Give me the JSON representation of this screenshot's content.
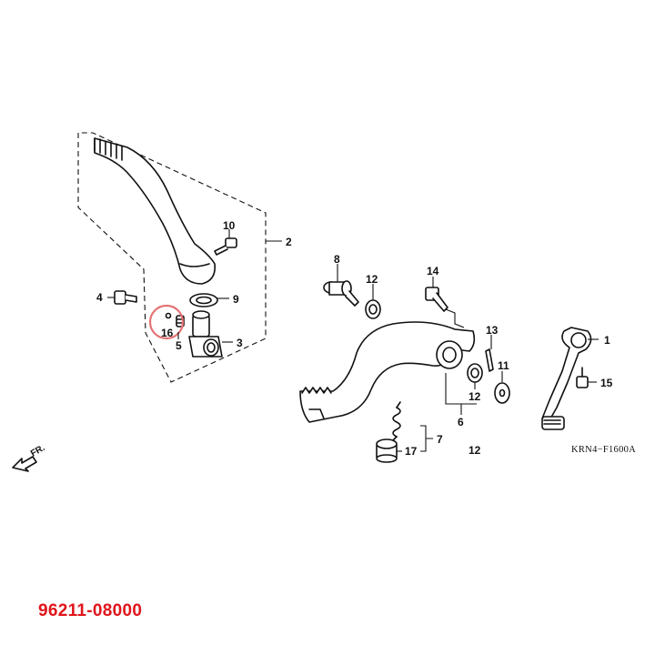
{
  "diagram_code": "KRN4−F1600A",
  "front_label": "FR.",
  "part_number": "96211-08000",
  "highlight_color": "#e57373",
  "part_number_color": "#e0141b",
  "callouts": {
    "c1": "1",
    "c2": "2",
    "c3": "3",
    "c4": "4",
    "c5": "5",
    "c6": "6",
    "c7": "7",
    "c8": "8",
    "c9": "9",
    "c10": "10",
    "c11": "11",
    "c12a": "12",
    "c12b": "12",
    "c12c": "12",
    "c13": "13",
    "c14": "14",
    "c15": "15",
    "c16": "16",
    "c17": "17"
  },
  "highlighted_callout": "16"
}
